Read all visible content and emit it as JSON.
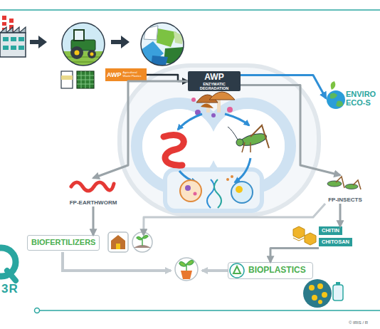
{
  "diagram": {
    "nodes": [
      {
        "text": [
          "AWP",
          "Agricultural Waste Plastics"
        ]
      },
      {
        "text": [
          "AWP",
          "ENZYMATIC DEGRADATION"
        ]
      },
      {
        "text": [
          "ENVIRO ECO-S"
        ]
      },
      {
        "text": [
          "FP-EARTHWORM"
        ]
      },
      {
        "text": [
          "FP-INSECTS"
        ]
      },
      {
        "text": [
          "BIOFERTILIZERS"
        ]
      },
      {
        "text": [
          "CHITIN",
          "CHITOSAN"
        ]
      },
      {
        "text": [
          "BIOPLASTICS"
        ]
      }
    ],
    "edges": [
      {
        "from": 0,
        "to": 1,
        "arrow": "to"
      },
      {
        "from": 1,
        "to": 2,
        "arrow": "to"
      },
      {
        "from": 1,
        "to": 3,
        "arrow": "to"
      },
      {
        "from": 1,
        "to": 4,
        "arrow": "to"
      },
      {
        "from": 3,
        "to": 5,
        "arrow": "to"
      },
      {
        "from": 4,
        "to": 6,
        "arrow": "to"
      },
      {
        "from": 4,
        "to": 5,
        "arrow": "to"
      },
      {
        "from": 6,
        "to": 7,
        "arrow": "to"
      }
    ],
    "labels": [
      "3R",
      "© IRIS / R"
    ]
  }
}
